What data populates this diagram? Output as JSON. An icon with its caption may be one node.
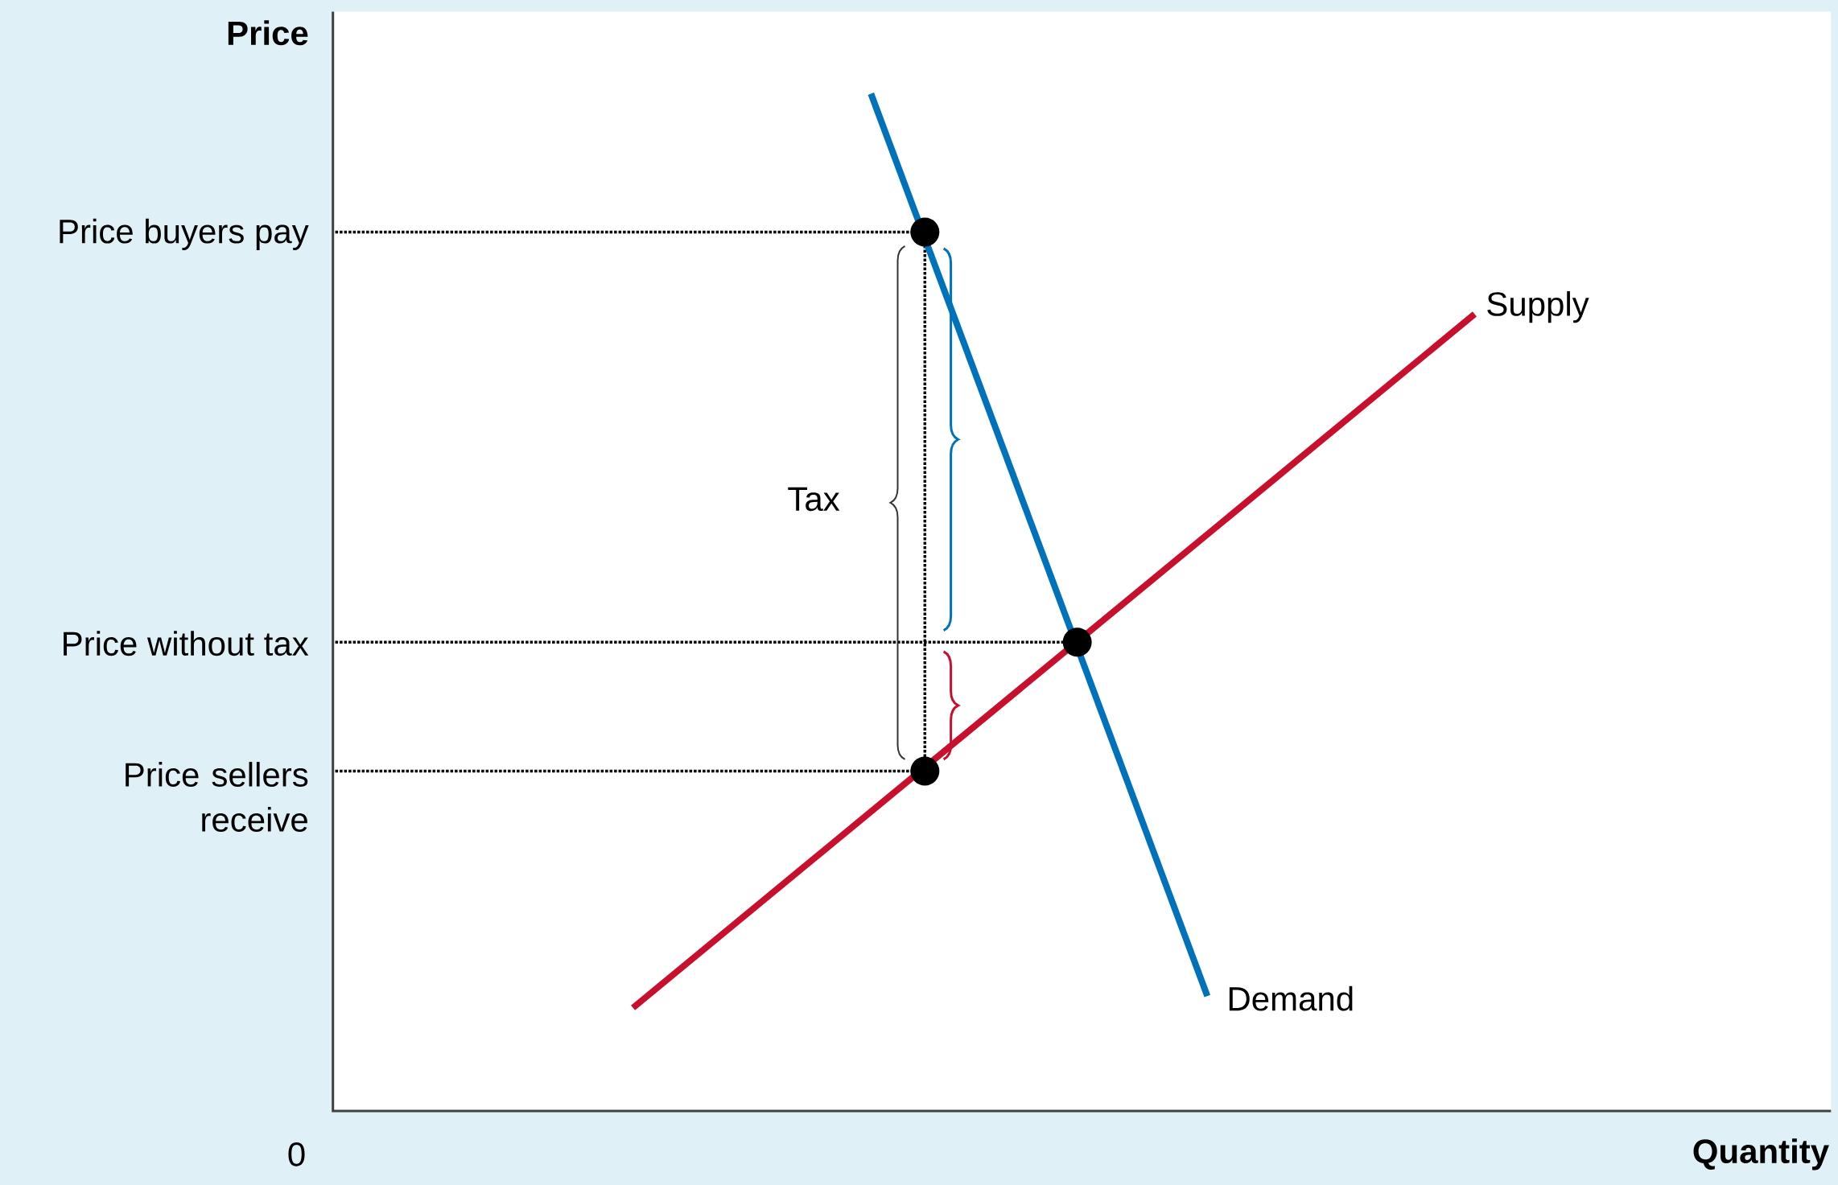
{
  "diagram": {
    "labels": [
      "Price",
      "Price buyers pay",
      "Supply",
      "Tax",
      "Price without tax",
      "Price sellers receive",
      "Demand",
      "0",
      "Quantity"
    ]
  }
}
